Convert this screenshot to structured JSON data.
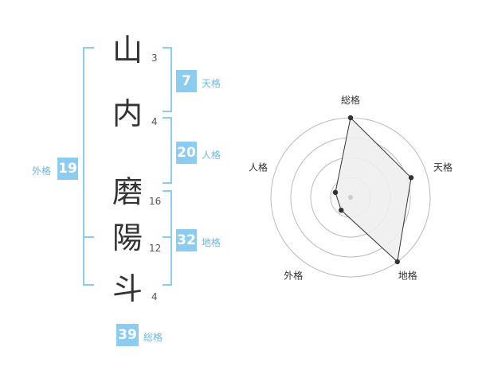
{
  "name": {
    "characters": [
      {
        "char": "山",
        "strokes": "3"
      },
      {
        "char": "内",
        "strokes": "4"
      },
      {
        "char": "磨",
        "strokes": "16"
      },
      {
        "char": "陽",
        "strokes": "12"
      },
      {
        "char": "斗",
        "strokes": "4"
      }
    ]
  },
  "kakusu": {
    "tenkaku": {
      "value": "7",
      "label": "天格"
    },
    "jinkaku": {
      "value": "20",
      "label": "人格"
    },
    "chikaku": {
      "value": "32",
      "label": "地格"
    },
    "gaikaku": {
      "value": "19",
      "label": "外格"
    },
    "soukaku": {
      "value": "39",
      "label": "総格"
    }
  },
  "colors": {
    "accent": "#8bccf0",
    "bracket": "#8bccf0",
    "label": "#6cb8e6",
    "radar_fill": "#eeeeee",
    "radar_line": "#333333"
  },
  "chart_data": {
    "type": "radar",
    "axes": [
      "総格",
      "天格",
      "地格",
      "外格",
      "人格"
    ],
    "values": [
      5,
      4,
      5,
      1,
      1
    ],
    "max": 5,
    "rings": 4
  }
}
